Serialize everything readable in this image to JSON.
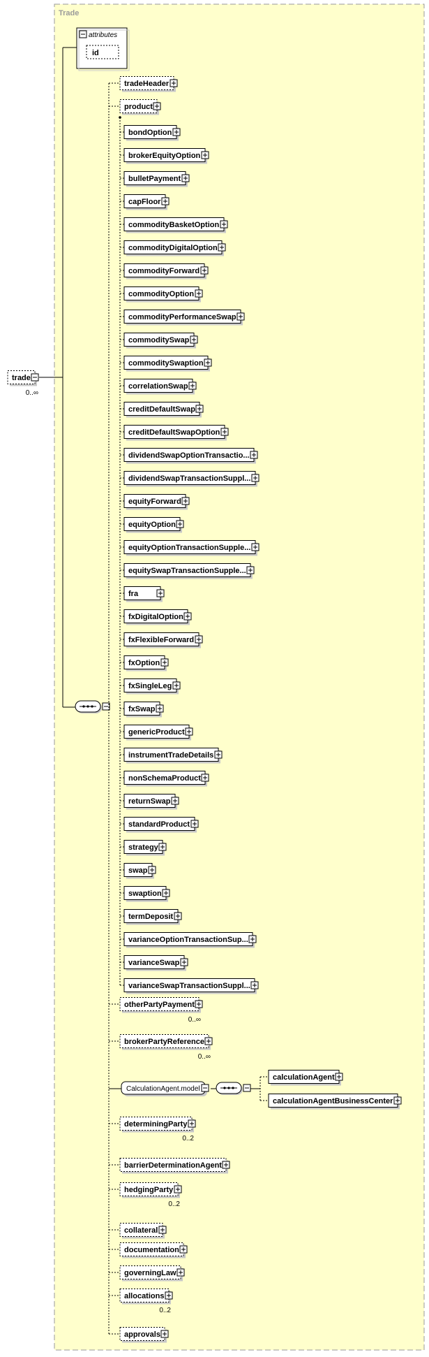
{
  "diagram": {
    "title": "Trade",
    "root": {
      "label": "trade",
      "cardinality": "0..∞"
    },
    "attributes_group": {
      "title": "attributes",
      "items": [
        "id"
      ]
    },
    "top_elements_before": [
      {
        "label": "tradeHeader",
        "optional": false
      }
    ],
    "product": {
      "label": "product",
      "substitutions": [
        "bondOption",
        "brokerEquityOption",
        "bulletPayment",
        "capFloor",
        "commodityBasketOption",
        "commodityDigitalOption",
        "commodityForward",
        "commodityOption",
        "commodityPerformanceSwap",
        "commoditySwap",
        "commoditySwaption",
        "correlationSwap",
        "creditDefaultSwap",
        "creditDefaultSwapOption",
        "dividendSwapOptionTransactio...",
        "dividendSwapTransactionSuppl...",
        "equityForward",
        "equityOption",
        "equityOptionTransactionSupple...",
        "equitySwapTransactionSupple...",
        "fra",
        "fxDigitalOption",
        "fxFlexibleForward",
        "fxOption",
        "fxSingleLeg",
        "fxSwap",
        "genericProduct",
        "instrumentTradeDetails",
        "nonSchemaProduct",
        "returnSwap",
        "standardProduct",
        "strategy",
        "swap",
        "swaption",
        "termDeposit",
        "varianceOptionTransactionSup...",
        "varianceSwap",
        "varianceSwapTransactionSuppl..."
      ]
    },
    "top_elements_after": [
      {
        "label": "otherPartyPayment",
        "optional": true,
        "cardinality": "0..∞"
      },
      {
        "label": "brokerPartyReference",
        "optional": true,
        "cardinality": "0..∞"
      }
    ],
    "group": {
      "label": "CalculationAgent.model",
      "choice_items": [
        "calculationAgent",
        "calculationAgentBusinessCenter"
      ]
    },
    "tail_elements": [
      {
        "label": "determiningParty",
        "optional": true,
        "cardinality": "0..2"
      },
      {
        "label": "barrierDeterminationAgent",
        "optional": true,
        "cardinality": ""
      },
      {
        "label": "hedgingParty",
        "optional": true,
        "cardinality": "0..2"
      },
      {
        "label": "collateral",
        "optional": true,
        "cardinality": ""
      },
      {
        "label": "documentation",
        "optional": true,
        "cardinality": ""
      },
      {
        "label": "governingLaw",
        "optional": true,
        "cardinality": ""
      },
      {
        "label": "allocations",
        "optional": true,
        "cardinality": "0..2"
      },
      {
        "label": "approvals",
        "optional": true,
        "cardinality": ""
      }
    ]
  }
}
